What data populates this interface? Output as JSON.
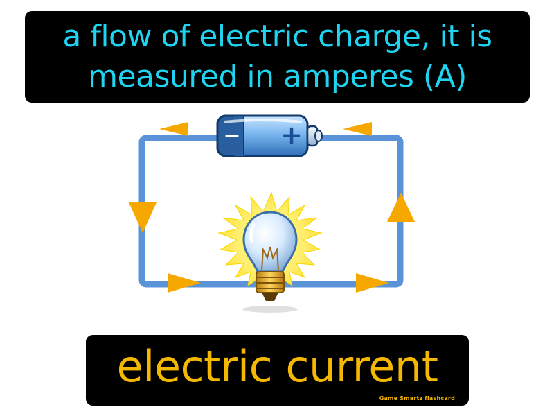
{
  "definition": {
    "line1": "a flow of electric charge, it is",
    "line2": "measured in amperes (A)"
  },
  "term": "electric current",
  "brand": "Game  Smartz  flashcard",
  "icons": {
    "battery": "battery-icon",
    "battery_negative_sign": "−",
    "battery_positive_sign": "+",
    "bulb": "lightbulb-icon",
    "arrows": "current-direction-arrow-icon"
  },
  "colors": {
    "background": "#ffffff",
    "box_background": "#000000",
    "definition_text": "#1fd4f0",
    "term_text": "#f5b800",
    "wire": "#5b93d9",
    "arrows": "#f6a800",
    "battery_body": "#7ab6ee",
    "bulb_glow": "#ffe840"
  }
}
